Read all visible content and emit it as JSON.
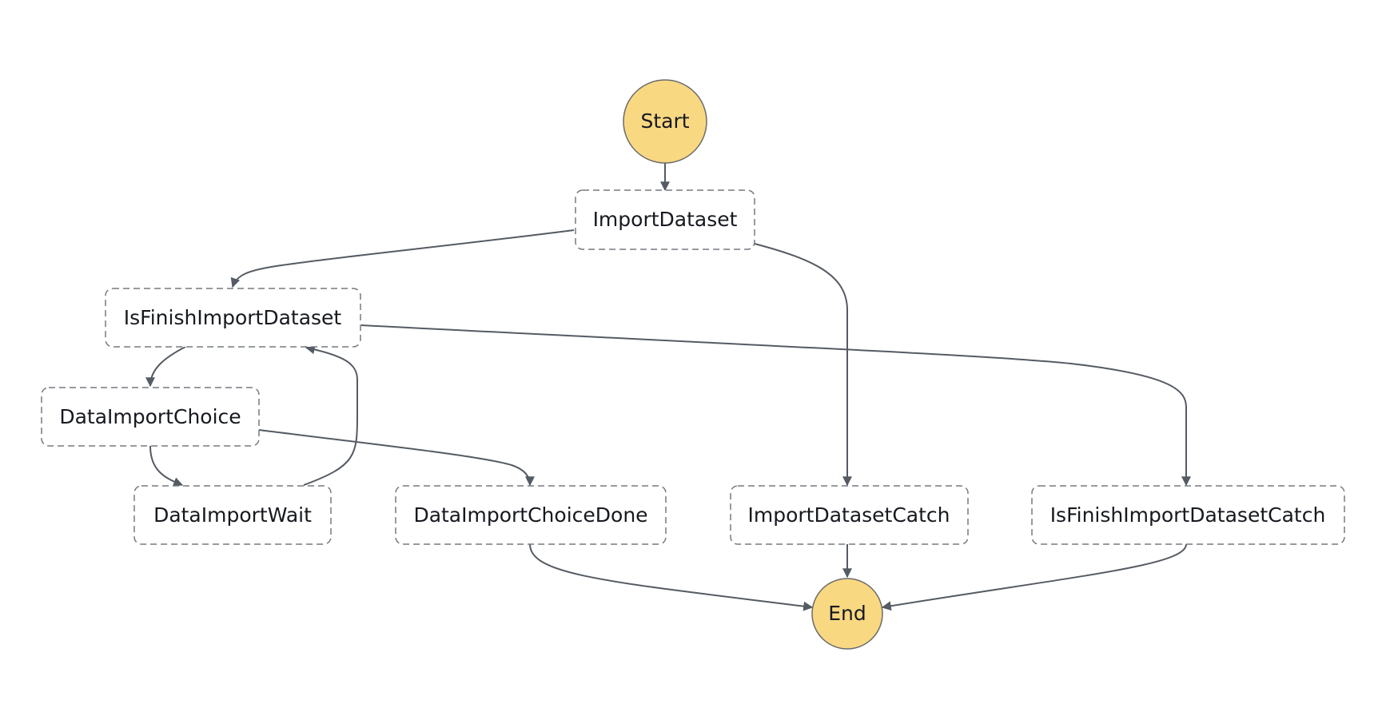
{
  "diagram": {
    "terminal_color": "#f9d882",
    "edge_color": "#555b63",
    "border_color": "#757a80",
    "nodes": {
      "start": "Start",
      "import_dataset": "ImportDataset",
      "is_finish_import_dataset": "IsFinishImportDataset",
      "data_import_choice": "DataImportChoice",
      "data_import_wait": "DataImportWait",
      "data_import_choice_done": "DataImportChoiceDone",
      "import_dataset_catch": "ImportDatasetCatch",
      "is_finish_import_dataset_catch": "IsFinishImportDatasetCatch",
      "end": "End"
    }
  }
}
